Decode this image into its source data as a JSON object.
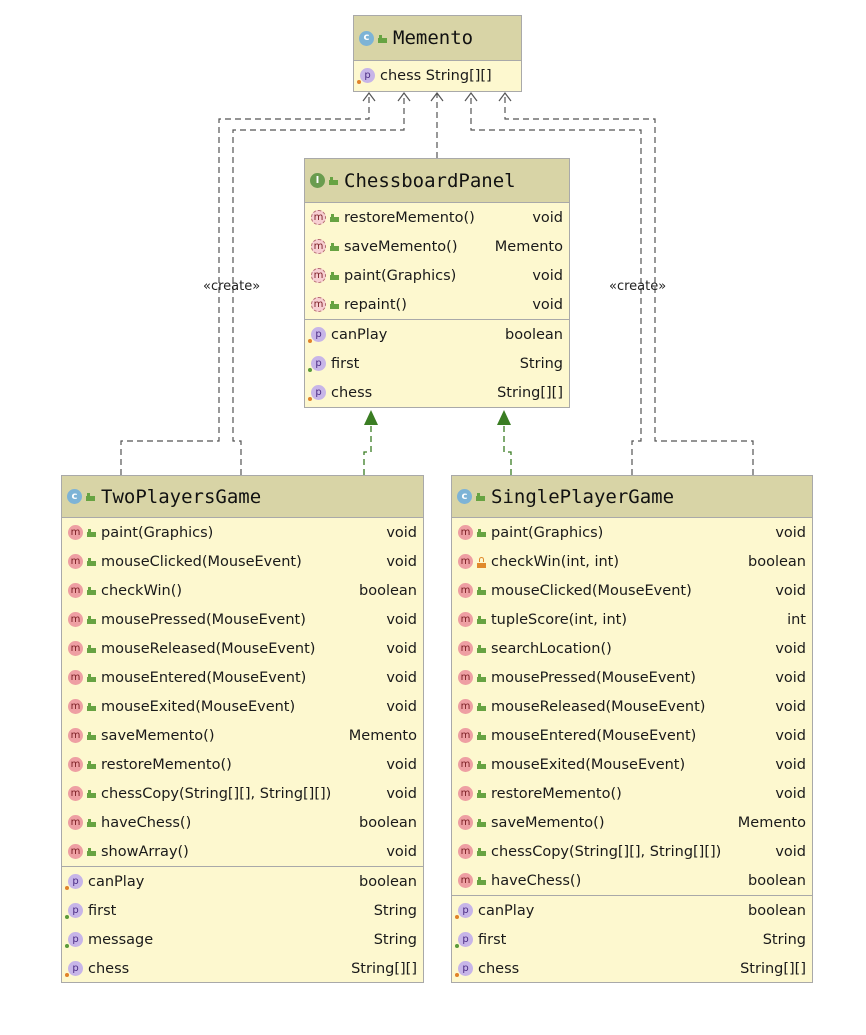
{
  "classes": {
    "memento": {
      "name": "Memento",
      "kind_icon": "class-icon",
      "fields": [
        {
          "label": "chess String[][]",
          "type": "",
          "vis": "private"
        }
      ]
    },
    "chessboard": {
      "name": "ChessboardPanel",
      "kind_icon": "interface-icon",
      "methods": [
        {
          "label": "restoreMemento()",
          "type": "void"
        },
        {
          "label": "saveMemento()",
          "type": "Memento"
        },
        {
          "label": "paint(Graphics)",
          "type": "void"
        },
        {
          "label": "repaint()",
          "type": "void"
        }
      ],
      "fields": [
        {
          "label": "canPlay",
          "type": "boolean",
          "vis": "private"
        },
        {
          "label": "first",
          "type": "String",
          "vis": "public"
        },
        {
          "label": "chess",
          "type": "String[][]",
          "vis": "private"
        }
      ]
    },
    "twoplayers": {
      "name": "TwoPlayersGame",
      "kind_icon": "class-icon",
      "methods": [
        {
          "label": "paint(Graphics)",
          "type": "void"
        },
        {
          "label": "mouseClicked(MouseEvent)",
          "type": "void"
        },
        {
          "label": "checkWin()",
          "type": "boolean"
        },
        {
          "label": "mousePressed(MouseEvent)",
          "type": "void"
        },
        {
          "label": "mouseReleased(MouseEvent)",
          "type": "void"
        },
        {
          "label": "mouseEntered(MouseEvent)",
          "type": "void"
        },
        {
          "label": "mouseExited(MouseEvent)",
          "type": "void"
        },
        {
          "label": "saveMemento()",
          "type": "Memento"
        },
        {
          "label": "restoreMemento()",
          "type": "void"
        },
        {
          "label": "chessCopy(String[][], String[][])",
          "type": "void"
        },
        {
          "label": "haveChess()",
          "type": "boolean"
        },
        {
          "label": "showArray()",
          "type": "void"
        }
      ],
      "fields": [
        {
          "label": "canPlay",
          "type": "boolean",
          "vis": "private"
        },
        {
          "label": "first",
          "type": "String",
          "vis": "public"
        },
        {
          "label": "message",
          "type": "String",
          "vis": "public"
        },
        {
          "label": "chess",
          "type": "String[][]",
          "vis": "private"
        }
      ]
    },
    "singleplayer": {
      "name": "SinglePlayerGame",
      "kind_icon": "class-icon",
      "methods": [
        {
          "label": "paint(Graphics)",
          "type": "void",
          "vis": "public"
        },
        {
          "label": "checkWin(int, int)",
          "type": "boolean",
          "vis": "private"
        },
        {
          "label": "mouseClicked(MouseEvent)",
          "type": "void",
          "vis": "public"
        },
        {
          "label": "tupleScore(int, int)",
          "type": "int",
          "vis": "public"
        },
        {
          "label": "searchLocation()",
          "type": "void",
          "vis": "public"
        },
        {
          "label": "mousePressed(MouseEvent)",
          "type": "void",
          "vis": "public"
        },
        {
          "label": "mouseReleased(MouseEvent)",
          "type": "void",
          "vis": "public"
        },
        {
          "label": "mouseEntered(MouseEvent)",
          "type": "void",
          "vis": "public"
        },
        {
          "label": "mouseExited(MouseEvent)",
          "type": "void",
          "vis": "public"
        },
        {
          "label": "restoreMemento()",
          "type": "void",
          "vis": "public"
        },
        {
          "label": "saveMemento()",
          "type": "Memento",
          "vis": "public"
        },
        {
          "label": "chessCopy(String[][], String[][])",
          "type": "void",
          "vis": "public"
        },
        {
          "label": "haveChess()",
          "type": "boolean",
          "vis": "public"
        }
      ],
      "fields": [
        {
          "label": "canPlay",
          "type": "boolean",
          "vis": "private"
        },
        {
          "label": "first",
          "type": "String",
          "vis": "public"
        },
        {
          "label": "chess",
          "type": "String[][]",
          "vis": "private"
        }
      ]
    }
  },
  "labels": {
    "create_left": "«create»",
    "create_right": "«create»"
  },
  "colors": {
    "dependency": "#555555",
    "realization": "#3a7d23"
  }
}
